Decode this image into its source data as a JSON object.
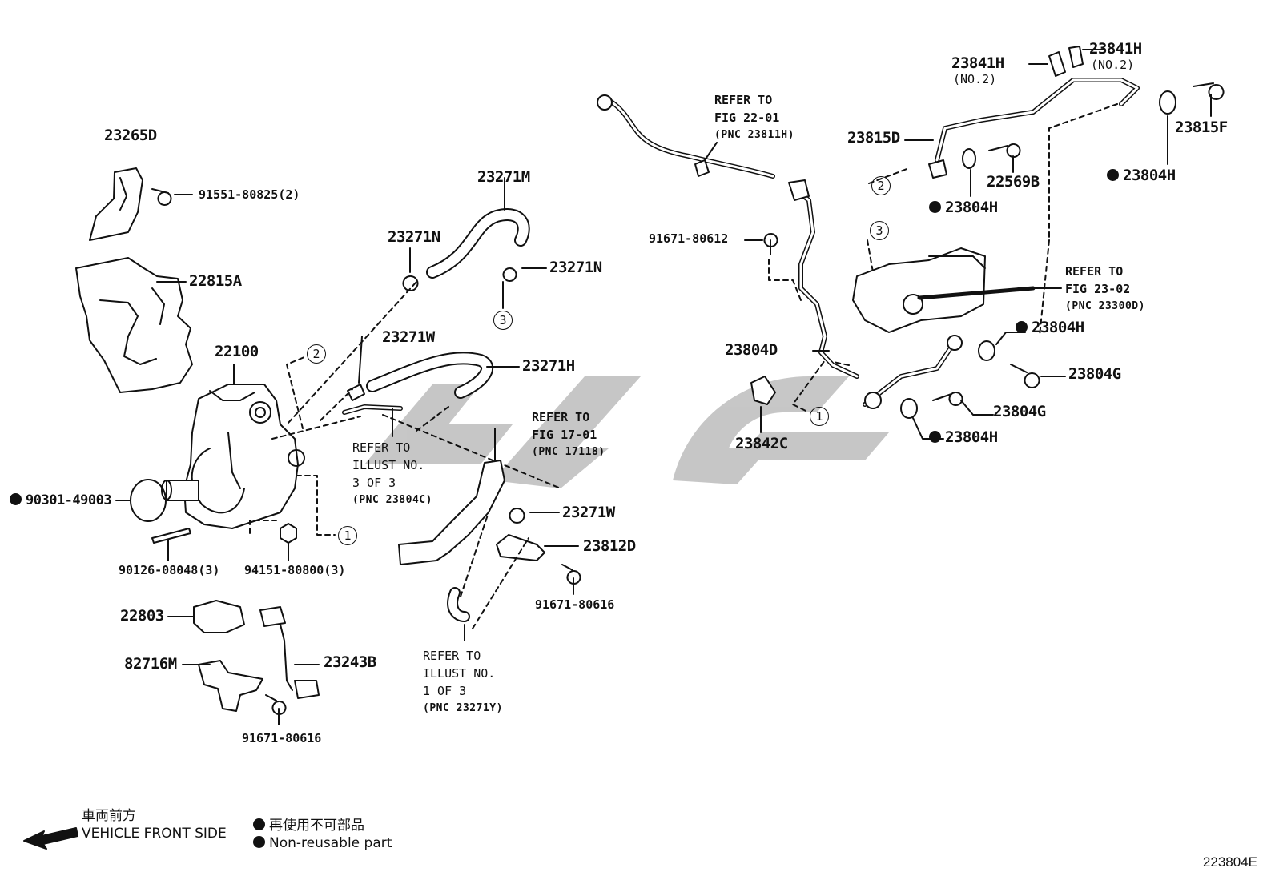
{
  "part_labels": {
    "p23265D": "23265D",
    "p91551": "91551-80825(2)",
    "p22815A": "22815A",
    "p22100": "22100",
    "p90301": "90301-49003",
    "p90126": "90126-08048(3)",
    "p94151": "94151-80800(3)",
    "p22803": "22803",
    "p82716M": "82716M",
    "p23243B": "23243B",
    "p91671_bl": "91671-80616",
    "p23271M": "23271M",
    "p23271N_a": "23271N",
    "p23271N_b": "23271N",
    "p23271W_a": "23271W",
    "p23271H": "23271H",
    "p23271W_b": "23271W",
    "p23812D": "23812D",
    "p91671_mid": "91671-80616",
    "p91671_80612": "91671-80612",
    "p23804D": "23804D",
    "p23842C": "23842C",
    "p23841H_l": "23841H",
    "p23841H_r": "23841H",
    "p23815D": "23815D",
    "p23815F": "23815F",
    "p22569B": "22569B",
    "p23804H_a": "23804H",
    "p23804H_b": "23804H",
    "p23804H_c": "23804H",
    "p23804H_d": "23804H",
    "p23804G_a": "23804G",
    "p23804G_b": "23804G",
    "no2_l": "(NO.2)",
    "no2_r": "(NO.2)"
  },
  "references": {
    "r1": {
      "l1": "REFER TO",
      "l2": "FIG 22-01",
      "pnc": "(PNC 23811H)"
    },
    "r2": {
      "l1": "REFER TO",
      "l2": "ILLUST NO.",
      "l3": "3 OF 3",
      "pnc": "(PNC 23804C)"
    },
    "r3": {
      "l1": "REFER TO",
      "l2": "FIG 17-01",
      "pnc": "(PNC 17118)"
    },
    "r4": {
      "l1": "REFER TO",
      "l2": "ILLUST NO.",
      "l3": "1 OF 3",
      "pnc": "(PNC 23271Y)"
    },
    "r5": {
      "l1": "REFER TO",
      "l2": "FIG 23-02",
      "pnc": "(PNC 23300D)"
    }
  },
  "callouts": {
    "c1a": "1",
    "c1b": "1",
    "c2a": "2",
    "c2b": "2",
    "c3a": "3",
    "c3b": "3"
  },
  "legend": {
    "direction_jp": "車両前方",
    "direction_en": "VEHICLE FRONT SIDE",
    "nonreuse_jp": "再使用不可部品",
    "nonreuse_en": "Non-reusable part"
  },
  "figure_id": "223804E",
  "watermark_color": "#bdbdbd"
}
